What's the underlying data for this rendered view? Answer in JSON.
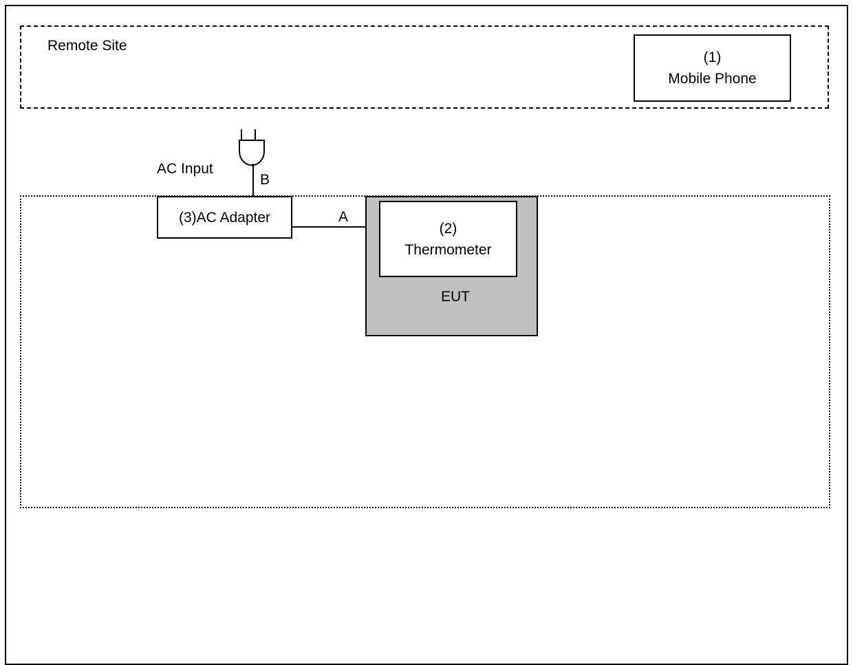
{
  "remote_site": {
    "label": "Remote Site"
  },
  "devices": {
    "mobile_phone": {
      "number": "(1)",
      "name": "Mobile Phone"
    },
    "thermometer": {
      "number": "(2)",
      "name": "Thermometer"
    },
    "ac_adapter": {
      "label": "(3)AC Adapter"
    },
    "eut": {
      "label": "EUT"
    }
  },
  "power": {
    "label": "AC Input"
  },
  "cables": {
    "a": "A",
    "b": "B"
  },
  "colors": {
    "eut_fill": "#c0c0c0",
    "line": "#000000"
  }
}
